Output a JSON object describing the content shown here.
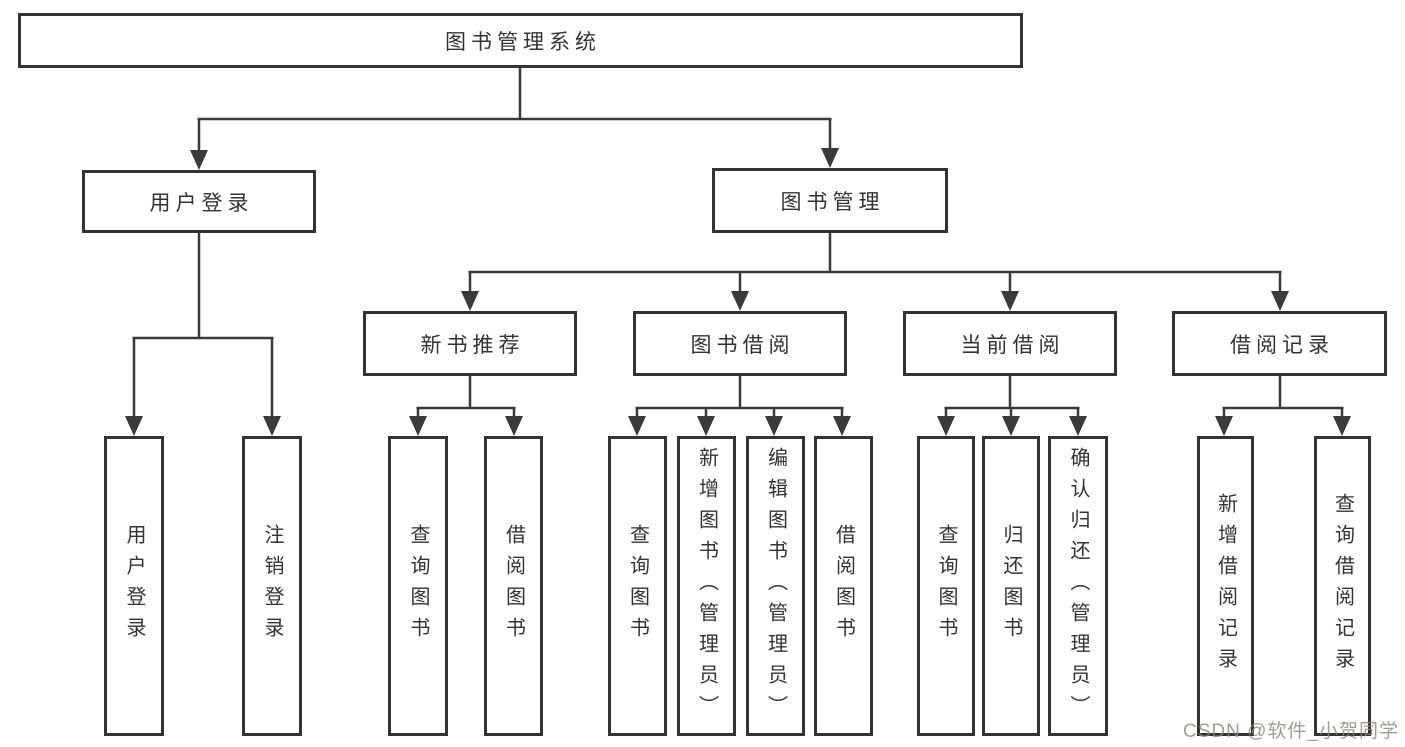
{
  "diagram": {
    "type": "hierarchy-tree",
    "root": {
      "label": "图书管理系统"
    },
    "level2": [
      {
        "label": "用户登录"
      },
      {
        "label": "图书管理"
      }
    ],
    "level3": [
      {
        "label": "新书推荐",
        "parent": "图书管理"
      },
      {
        "label": "图书借阅",
        "parent": "图书管理"
      },
      {
        "label": "当前借阅",
        "parent": "图书管理"
      },
      {
        "label": "借阅记录",
        "parent": "图书管理"
      }
    ],
    "leaves": [
      {
        "label": "用户登录",
        "parent": "用户登录"
      },
      {
        "label": "注销登录",
        "parent": "用户登录"
      },
      {
        "label": "查询图书",
        "parent": "新书推荐"
      },
      {
        "label": "借阅图书",
        "parent": "新书推荐"
      },
      {
        "label": "查询图书",
        "parent": "图书借阅"
      },
      {
        "label": "新增图书（管理员）",
        "parent": "图书借阅"
      },
      {
        "label": "编辑图书（管理员）",
        "parent": "图书借阅"
      },
      {
        "label": "借阅图书",
        "parent": "图书借阅"
      },
      {
        "label": "查询图书",
        "parent": "当前借阅"
      },
      {
        "label": "归还图书",
        "parent": "当前借阅"
      },
      {
        "label": "确认归还（管理员）",
        "parent": "当前借阅"
      },
      {
        "label": "新增借阅记录",
        "parent": "借阅记录"
      },
      {
        "label": "查询借阅记录",
        "parent": "借阅记录"
      }
    ],
    "colors": {
      "background": "#ffffff",
      "box_border": "#333333",
      "line": "#3a3a3a",
      "text": "#333333",
      "watermark": "#8b8280"
    },
    "watermark": "CSDN @软件_小贺同学"
  }
}
